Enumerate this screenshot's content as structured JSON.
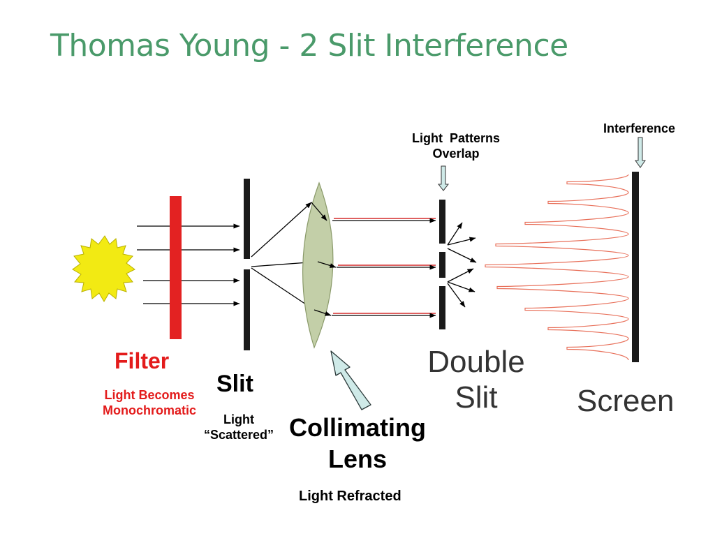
{
  "title": "Thomas Young - 2 Slit Interference",
  "colors": {
    "title": "#4a9a6a",
    "filter": "#e32222",
    "emphasis_text": "#e31b1b",
    "lens_fill": "#c3cfa8",
    "lens_stroke": "#8a9a6a",
    "hint_arrow_fill": "#cfeae8",
    "beam_red": "#cc0000",
    "interference_curve": "#e8705a",
    "slit_bar": "#1a1a1a",
    "light_source": "#f2ea13"
  },
  "labels": {
    "interference": "Interference",
    "light_patterns_overlap": [
      "Light  Patterns",
      "Overlap"
    ],
    "filter": "Filter",
    "light_becomes_monochromatic": [
      "Light Becomes",
      "Monochromatic"
    ],
    "slit": "Slit",
    "light_scattered": [
      "Light",
      "“Scattered”"
    ],
    "collimating_lens": [
      "Collimating",
      "Lens"
    ],
    "light_refracted": "Light Refracted",
    "double_slit": [
      "Double",
      "Slit"
    ],
    "screen": "Screen"
  },
  "icons": {
    "light_source": "starburst-icon",
    "hint_arrow": "pointer-arrow-icon"
  }
}
